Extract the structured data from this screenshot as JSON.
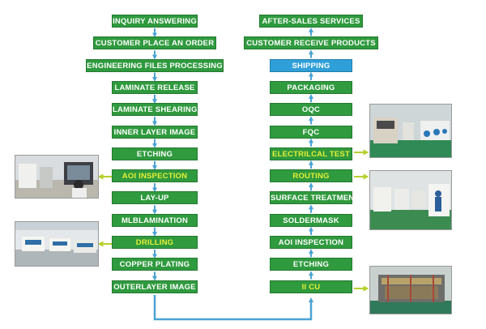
{
  "colors": {
    "box": "#2f9a3e",
    "highlight_text": "#e6ef35",
    "shipping": "#2f9fd8",
    "arrow": "#4aa3d4",
    "photo_arrow": "#b7cf2c"
  },
  "left_flow": [
    {
      "label": "INQUIRY ANSWERING"
    },
    {
      "label": "CUSTOMER PLACE AN ORDER"
    },
    {
      "label": "ENGINEERING FILES PROCESSING"
    },
    {
      "label": "LAMINATE RELEASE"
    },
    {
      "label": "LAMINATE SHEARING"
    },
    {
      "label": "INNER LAYER IMAGE"
    },
    {
      "label": "ETCHING"
    },
    {
      "label": "AOI INSPECTION",
      "highlight": true
    },
    {
      "label": "LAY-UP"
    },
    {
      "label": "MLBLAMINATION"
    },
    {
      "label": "DRILLING",
      "highlight": true
    },
    {
      "label": "COPPER PLATING"
    },
    {
      "label": "OUTERLAYER IMAGE"
    }
  ],
  "right_flow": [
    {
      "label": "AFTER-SALES SERVICES"
    },
    {
      "label": "CUSTOMER RECEIVE PRODUCTS"
    },
    {
      "label": "SHIPPING",
      "blue": true
    },
    {
      "label": "PACKAGING"
    },
    {
      "label": "OQC"
    },
    {
      "label": "FQC"
    },
    {
      "label": "ELECTRILCAL TEST",
      "highlight": true
    },
    {
      "label": "ROUTING",
      "highlight": true
    },
    {
      "label": "SURFACE TREATMENT"
    },
    {
      "label": "SOLDERMASK"
    },
    {
      "label": "AOI INSPECTION"
    },
    {
      "label": "ETCHING"
    },
    {
      "label": "II CU",
      "highlight": true
    }
  ]
}
